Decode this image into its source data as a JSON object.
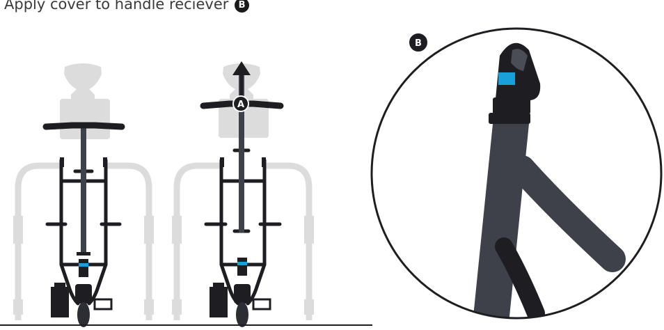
{
  "instruction": {
    "text": "Apply cover to handle reciever",
    "badge": "B"
  },
  "callouts": {
    "arrow_label": "A",
    "detail_label": "B"
  },
  "colors": {
    "frame_dark": "#1e1e22",
    "post_grey": "#3e4149",
    "ghost": "#dcdcdc",
    "accent_blue": "#1aa0d8",
    "background": "#ffffff"
  }
}
